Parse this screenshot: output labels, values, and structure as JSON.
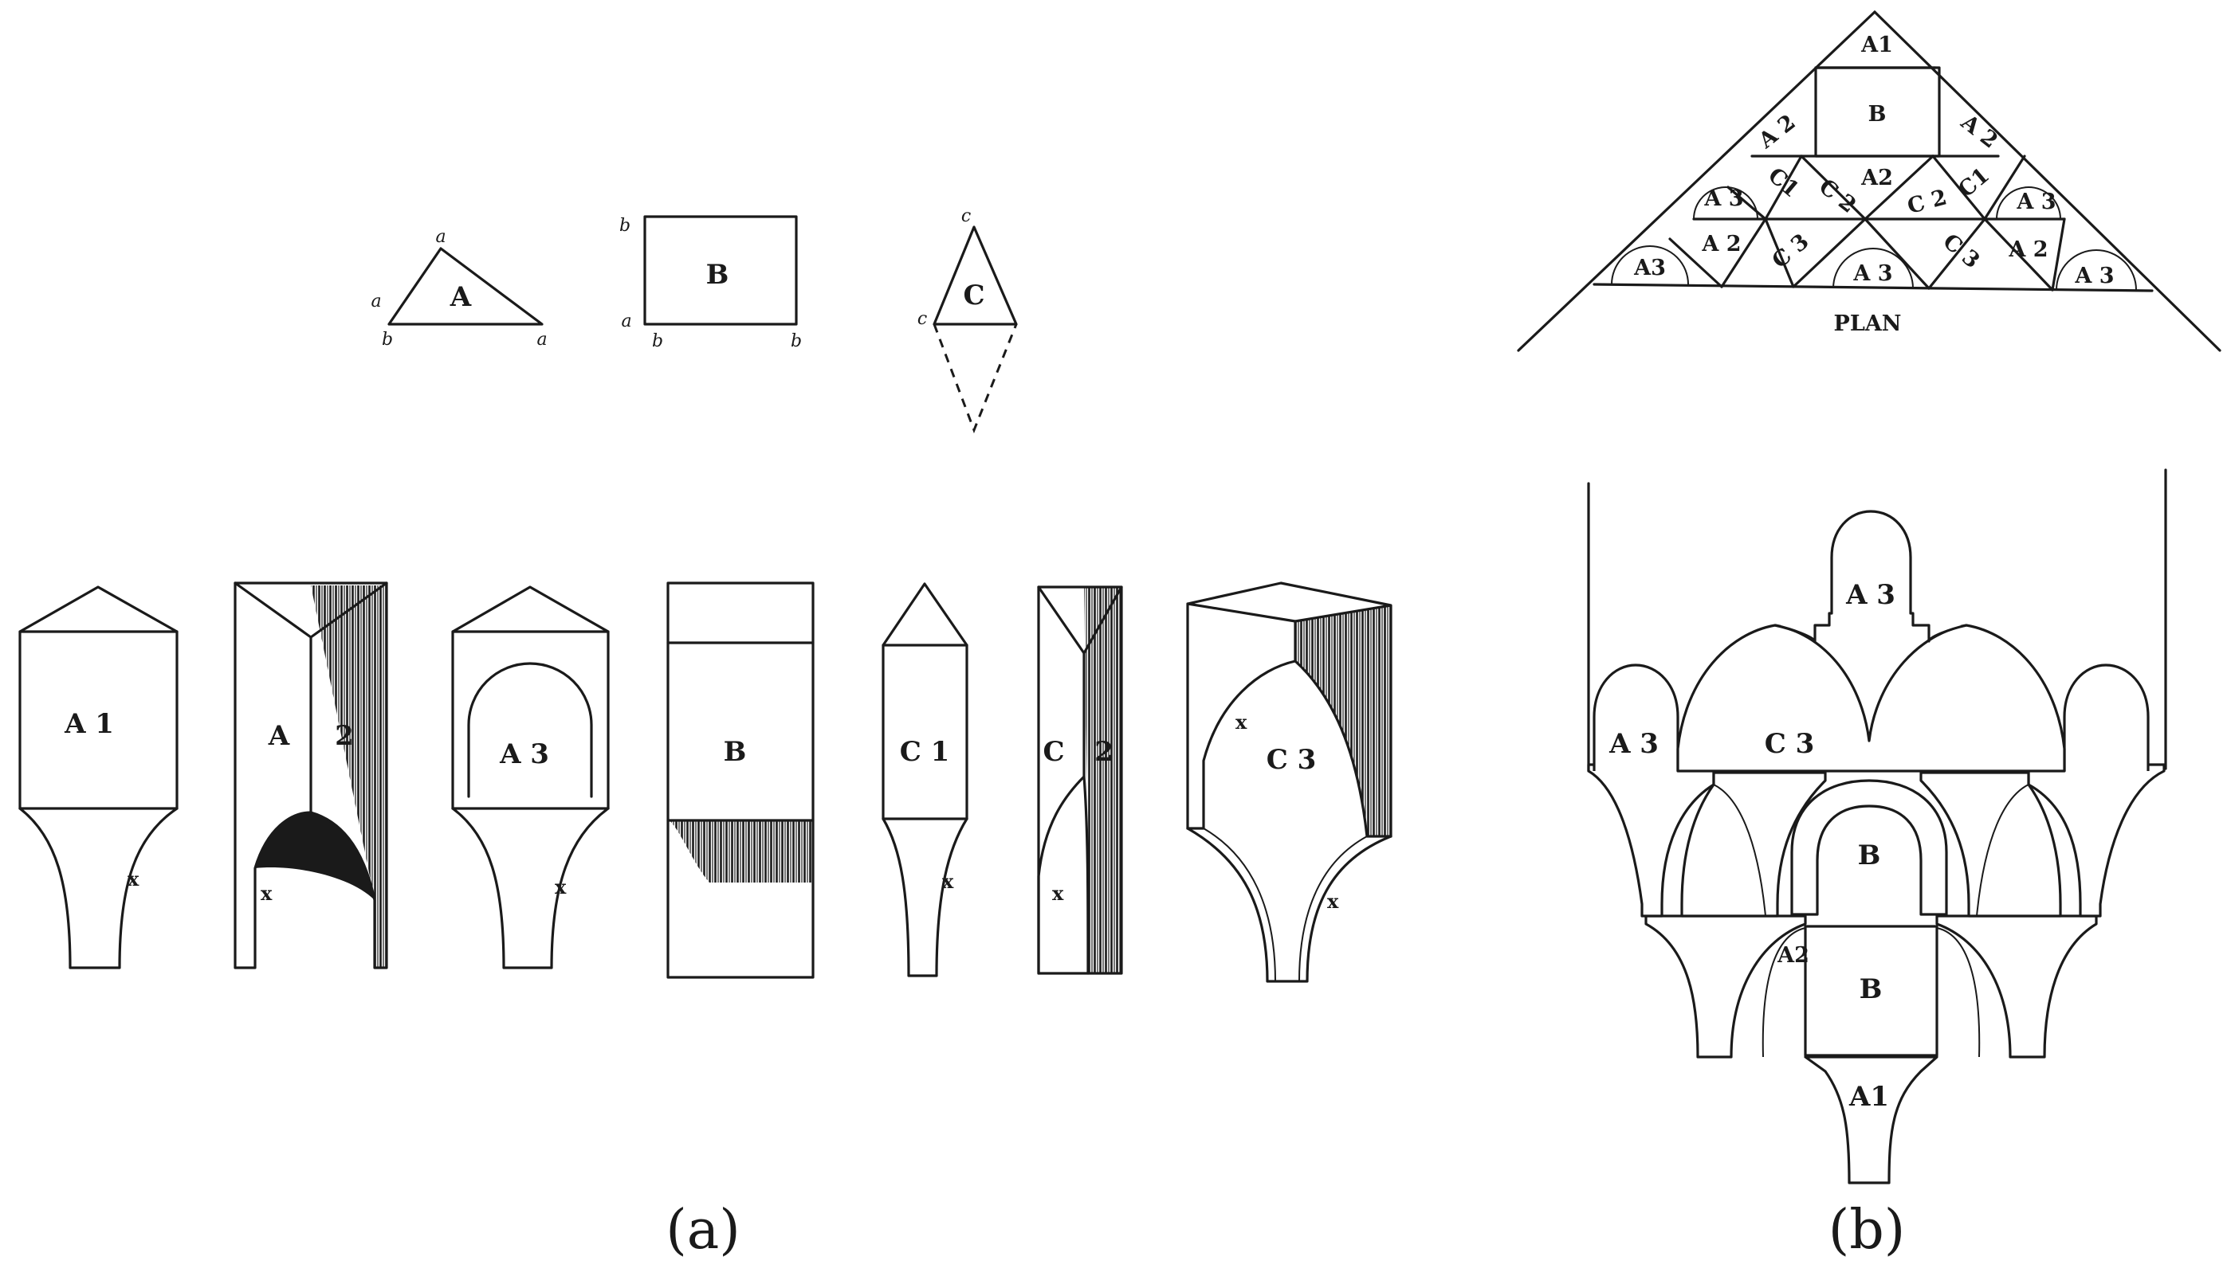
{
  "basic_shapes": {
    "A": {
      "label": "A",
      "vertices": [
        "a",
        "a",
        "b",
        "a"
      ]
    },
    "B": {
      "label": "B",
      "vertices": [
        "b",
        "a",
        "b",
        "b"
      ]
    },
    "C": {
      "label": "C",
      "vertices": [
        "c",
        "c"
      ]
    }
  },
  "pieces": {
    "A1": "A 1",
    "A2": {
      "left": "A",
      "right": "2"
    },
    "A3": "A 3",
    "B": "B",
    "C1": "C 1",
    "C2": {
      "left": "C",
      "right": "2"
    },
    "C3": "C 3",
    "x_mark": "x"
  },
  "plan": {
    "title": "PLAN",
    "top": "A1",
    "B": "B",
    "row2": [
      "A 2",
      "A 2"
    ],
    "row3": [
      "A 3",
      "C1",
      "C 2",
      "A2",
      "C 2",
      "C1",
      "A 3"
    ],
    "row4": [
      "A3",
      "A 2",
      "C 3",
      "A 3",
      "C 3",
      "A 2",
      "A 3"
    ]
  },
  "elevation": {
    "top": "A 3",
    "left": "A 3",
    "middle": "C 3",
    "b_upper": "B",
    "b_lower": "B",
    "a2": "A2",
    "bottom": "A1"
  },
  "captions": {
    "a": "(a)",
    "b": "(b)"
  },
  "colors": {
    "ink": "#1a1a1a",
    "background": "#ffffff"
  }
}
